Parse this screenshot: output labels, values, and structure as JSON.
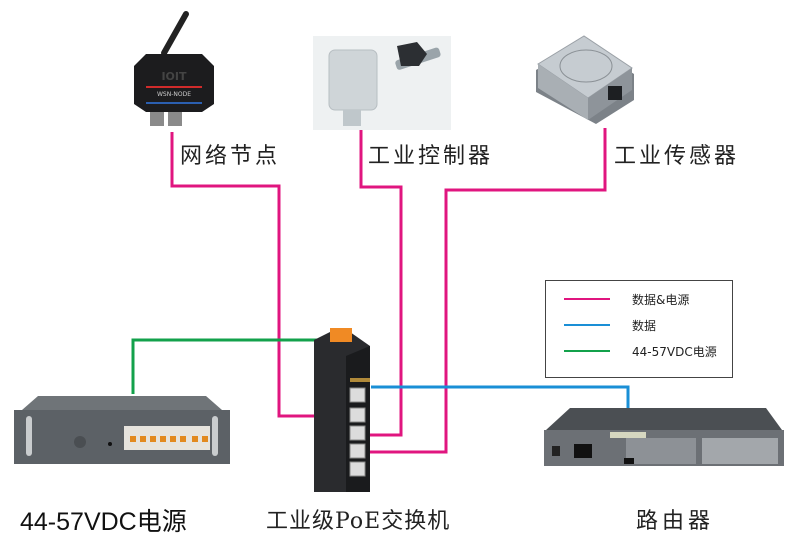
{
  "diagram": {
    "colors": {
      "data_power": "#e0157f",
      "data": "#1a8fd6",
      "power": "#13a14b",
      "background": "#ffffff"
    },
    "devices": {
      "network_node": {
        "label": "网络节点",
        "badge_text": "WSN-NODE",
        "brand_text": "IOIT"
      },
      "industrial_controller": {
        "label": "工业控制器"
      },
      "industrial_sensor": {
        "label": "工业传感器"
      },
      "power_supply": {
        "label": "44-57VDC电源"
      },
      "poe_switch": {
        "label": "工业级PoE交换机"
      },
      "router": {
        "label": "路由器"
      }
    },
    "legend": {
      "items": [
        {
          "label": "数据&电源",
          "color": "#e0157f",
          "meaning": "data-and-power"
        },
        {
          "label": "数据",
          "color": "#1a8fd6",
          "meaning": "data"
        },
        {
          "label": "44-57VDC电源",
          "color": "#13a14b",
          "meaning": "power"
        }
      ]
    },
    "connections": [
      {
        "from": "network_node",
        "to": "poe_switch",
        "type": "数据&电源"
      },
      {
        "from": "industrial_controller",
        "to": "poe_switch",
        "type": "数据&电源"
      },
      {
        "from": "industrial_sensor",
        "to": "poe_switch",
        "type": "数据&电源"
      },
      {
        "from": "poe_switch",
        "to": "router",
        "type": "数据"
      },
      {
        "from": "power_supply",
        "to": "poe_switch",
        "type": "44-57VDC电源"
      }
    ]
  }
}
